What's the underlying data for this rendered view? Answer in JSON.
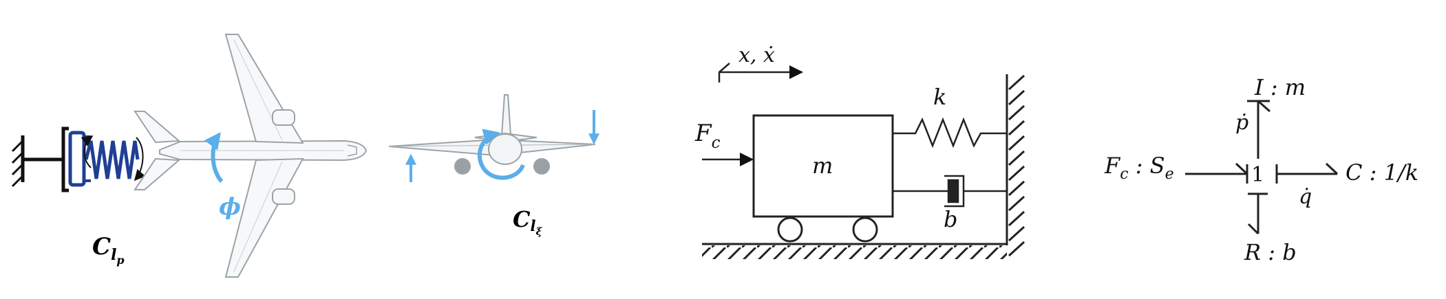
{
  "panel_aircraft": {
    "coef_roll_damping": {
      "base": "C",
      "sub": "l",
      "subsub": "p"
    },
    "coef_aileron": {
      "base": "C",
      "sub": "l",
      "subsub": "ξ"
    },
    "roll_angle": "ϕ",
    "colors": {
      "blue": "#5aaeea",
      "navy": "#1f3f95",
      "plane": "#bfc5c9"
    }
  },
  "panel_mechanical": {
    "velocity_label": "x, ẋ",
    "force_label": {
      "base": "F",
      "sub": "c"
    },
    "mass_label": "m",
    "spring_label": "k",
    "damper_label": "b"
  },
  "panel_bondgraph": {
    "source_label": {
      "base": "F",
      "sub": "c",
      "rest": " : S",
      "rest_sub": "e"
    },
    "junction": "1",
    "inertia": "I : m",
    "capacitance": "C : 1/k",
    "resistance": "R : b",
    "flow_p": "ṗ",
    "flow_q": "q̇"
  }
}
